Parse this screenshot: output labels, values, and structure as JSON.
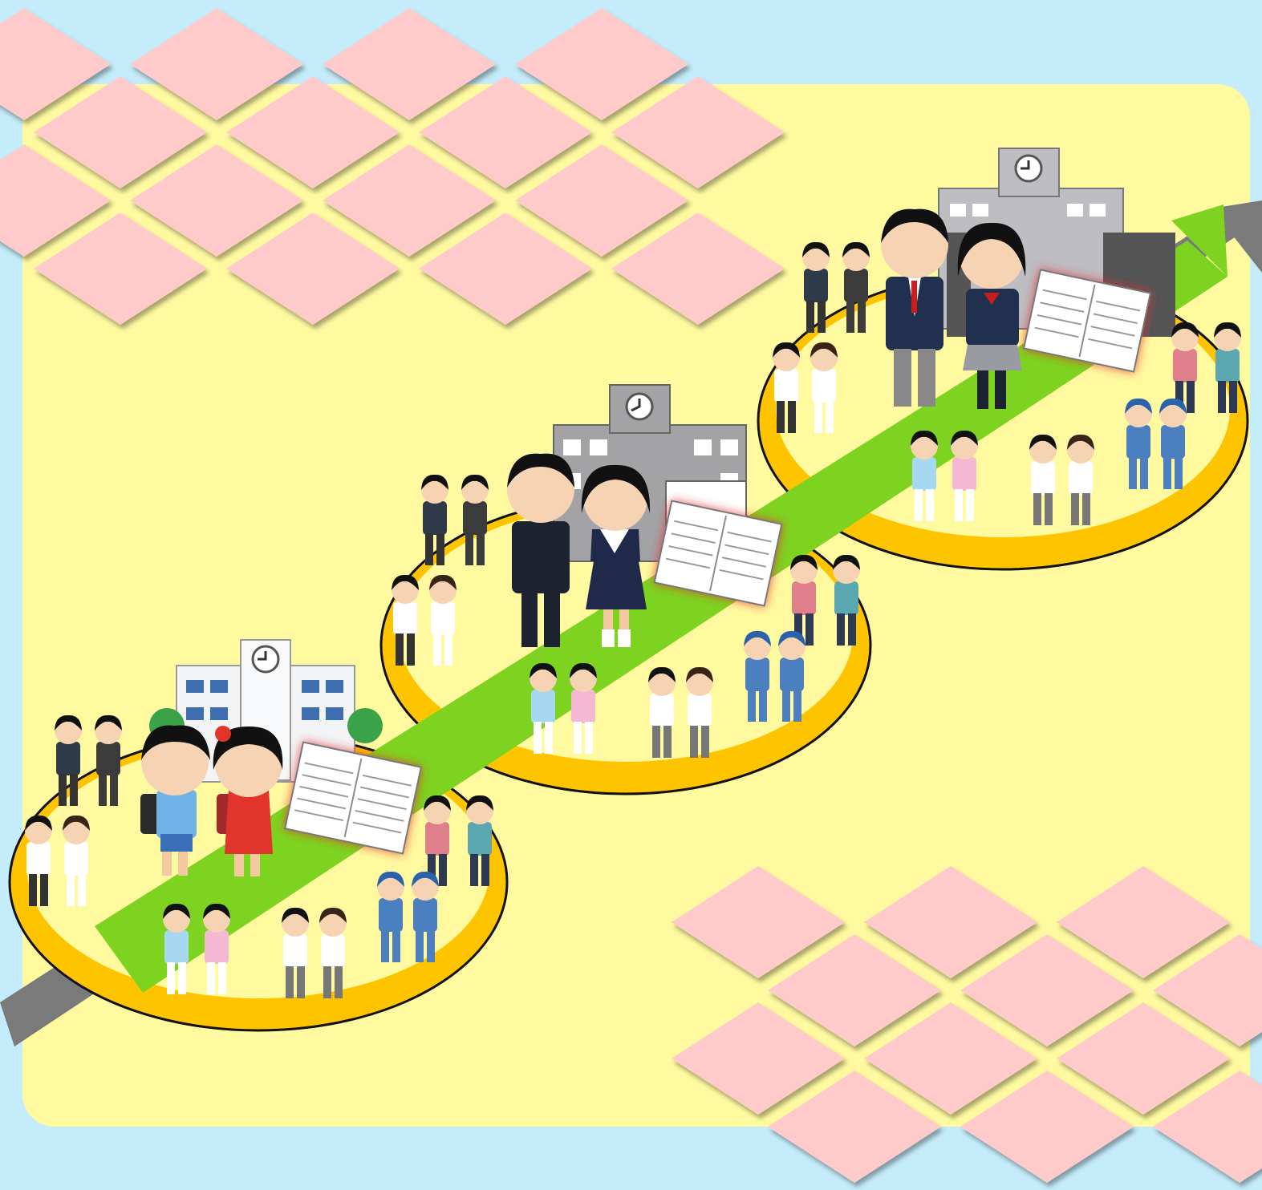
{
  "colors": {
    "background": "#c5ecfa",
    "panel": "#fffaa0",
    "diamond": "#ffcaca",
    "ring": "#ffc400",
    "path": "#7ed321",
    "arrow": "#7a7a7a",
    "wall_elementary": "#f2f4f6",
    "wall_middle": "#a3a3a6",
    "wall_high": "#bdbdc2",
    "gym_uniform_blue": "#a7d8f2",
    "gym_uniform_pink": "#f5b8d2",
    "worker_blue": "#4b7fc0",
    "doctor_white": "#ffffff",
    "suit_dark": "#2f3a4a"
  },
  "stages": [
    {
      "id": "elementary",
      "school": "elementary-school-building",
      "students": [
        "boy-with-randoseru",
        "girl-with-randoseru"
      ],
      "document": "support-record-sheet",
      "supporters": [
        "teacher-pair",
        "doctor-pair",
        "parent-couple",
        "gym-uniform-pair",
        "staff-badge-pair",
        "worker-pair"
      ]
    },
    {
      "id": "junior-high",
      "school": "junior-high-school-building",
      "students": [
        "boy-in-gakuran",
        "girl-in-sailor-uniform"
      ],
      "document": "support-record-sheet",
      "supporters": [
        "teacher-pair",
        "doctor-pair",
        "parent-couple",
        "gym-uniform-pair",
        "staff-badge-pair",
        "worker-pair"
      ]
    },
    {
      "id": "high-school",
      "school": "high-school-building",
      "students": [
        "boy-in-blazer",
        "girl-in-blazer"
      ],
      "document": "support-record-sheet",
      "supporters": [
        "teacher-pair",
        "doctor-pair",
        "parent-couple",
        "gym-uniform-pair",
        "staff-badge-pair",
        "worker-pair"
      ]
    }
  ],
  "icons": [
    "clock-icon",
    "growth-arrow-icon"
  ]
}
